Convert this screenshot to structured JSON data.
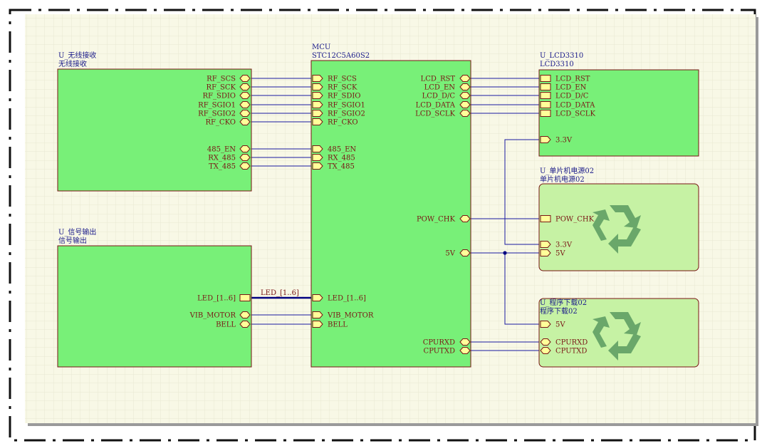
{
  "diagram": {
    "colors": {
      "sheet": "#f8f8e6",
      "grid": "#e8e8d2",
      "block_fill": "#78f078",
      "block_border": "#7a1515",
      "faded_block_fill": "#c6f2a4",
      "wire": "#1a1aa0",
      "bus": "#000080",
      "port_fill": "#ffff99",
      "recycle_icon": "#5a9a60"
    },
    "blocks": {
      "wireless": {
        "designator": "U_无线接收",
        "name": "无线接收",
        "ports": [
          "RF_SCS",
          "RF_SCK",
          "RF_SDIO",
          "RF_SGIO1",
          "RF_SGIO2",
          "RF_CKO",
          "485_EN",
          "RX_485",
          "TX_485"
        ]
      },
      "signal": {
        "designator": "U_信号输出",
        "name": "信号输出",
        "ports": [
          "LED_[1..6]",
          "VIB_MOTOR",
          "BELL"
        ]
      },
      "mcu": {
        "designator": "MCU",
        "name": "STC12C5A60S2",
        "ports_left": [
          "RF_SCS",
          "RF_SCK",
          "RF_SDIO",
          "RF_SGIO1",
          "RF_SGIO2",
          "RF_CKO",
          "485_EN",
          "RX_485",
          "TX_485",
          "LED_[1..6]",
          "VIB_MOTOR",
          "BELL"
        ],
        "ports_right": [
          "LCD_RST",
          "LCD_EN",
          "LCD_D/C",
          "LCD_DATA",
          "LCD_SCLK",
          "POW_CHK",
          "5V",
          "CPURXD",
          "CPUTXD"
        ]
      },
      "lcd": {
        "designator": "U_LCD3310",
        "name": "LCD3310",
        "ports": [
          "LCD_RST",
          "LCD_EN",
          "LCD_D/C",
          "LCD_DATA",
          "LCD_SCLK",
          "3.3V"
        ]
      },
      "power": {
        "designator": "U_单片机电源02",
        "name": "单片机电源02",
        "ports": [
          "POW_CHK",
          "3.3V",
          "5V"
        ]
      },
      "download": {
        "designator": "U_程序下载02",
        "name": "程序下载02",
        "ports": [
          "5V",
          "CPURXD",
          "CPUTXD"
        ]
      }
    },
    "net_labels": {
      "led_bus": "LED_[1..6]"
    },
    "icons": {
      "power_icon": "recycle-icon",
      "download_icon": "recycle-icon"
    }
  }
}
